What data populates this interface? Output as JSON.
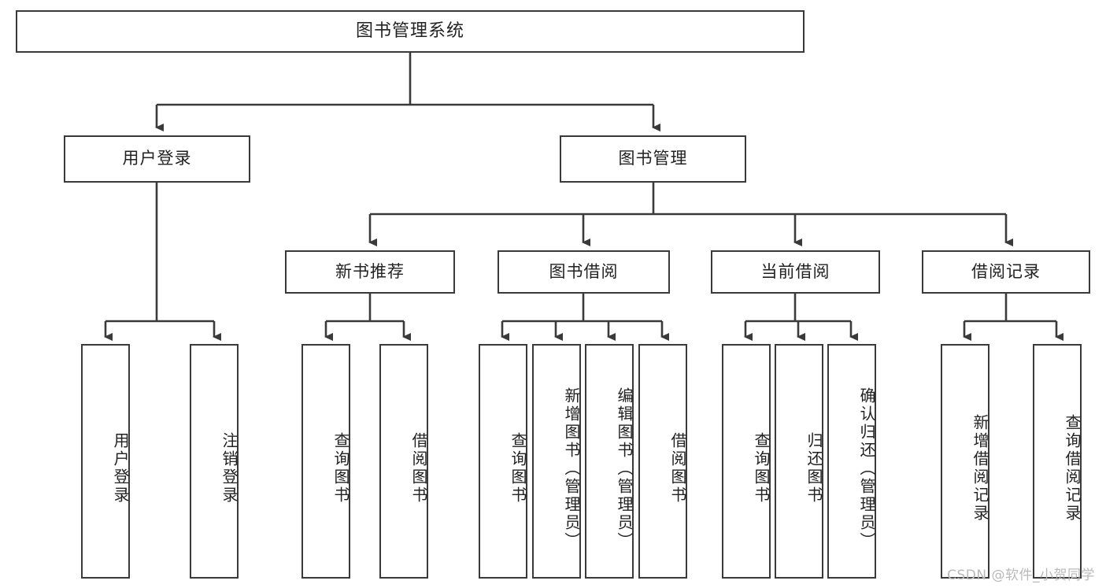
{
  "diagram": {
    "title": "图书管理系统",
    "type": "tree-hierarchy-diagram",
    "colors": {
      "stroke": "#3a3a3a",
      "text": "#222222",
      "background": "#ffffff",
      "watermark": "#b9b9b9"
    },
    "root": {
      "label": "图书管理系统"
    },
    "level2": [
      {
        "label": "用户登录"
      },
      {
        "label": "图书管理"
      }
    ],
    "level3": [
      {
        "label": "新书推荐"
      },
      {
        "label": "图书借阅"
      },
      {
        "label": "当前借阅"
      },
      {
        "label": "借阅记录"
      }
    ],
    "leaves": {
      "user_login": [
        {
          "label": "用户登录"
        },
        {
          "label": "注销登录"
        }
      ],
      "new_book_recommend": [
        {
          "label": "查询图书"
        },
        {
          "label": "借阅图书"
        }
      ],
      "book_borrow": [
        {
          "label": "查询图书"
        },
        {
          "label": "新增图书（管理员）"
        },
        {
          "label": "编辑图书（管理员）"
        },
        {
          "label": "借阅图书"
        }
      ],
      "current_borrow": [
        {
          "label": "查询图书"
        },
        {
          "label": "归还图书"
        },
        {
          "label": "确认归还（管理员）"
        }
      ],
      "borrow_record": [
        {
          "label": "新增借阅记录"
        },
        {
          "label": "查询借阅记录"
        }
      ]
    }
  },
  "watermark": {
    "text": "CSDN @软件_小贺同学"
  }
}
